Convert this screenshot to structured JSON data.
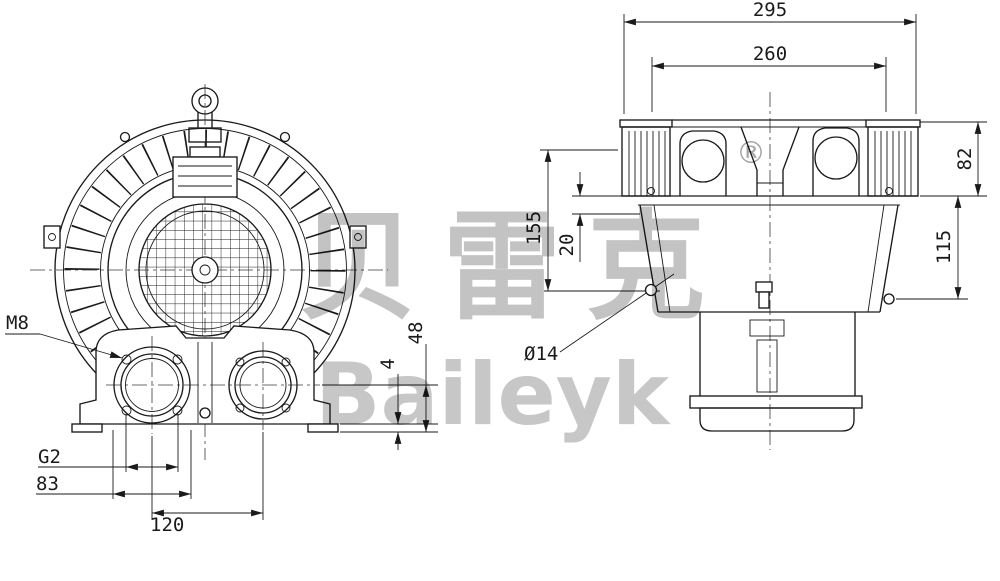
{
  "watermark": {
    "chinese": "贝雷克",
    "latin": "Baileyk",
    "registered": "®"
  },
  "front_view": {
    "dim_m8": "M8",
    "dim_g2": "G2",
    "dim_83": "83",
    "dim_120": "120",
    "dim_4": "4",
    "dim_48": "48"
  },
  "side_view": {
    "dim_295": "295",
    "dim_260": "260",
    "dim_82": "82",
    "dim_115": "115",
    "dim_155": "155",
    "dim_20": "20",
    "dim_dia14": "Ø14"
  }
}
